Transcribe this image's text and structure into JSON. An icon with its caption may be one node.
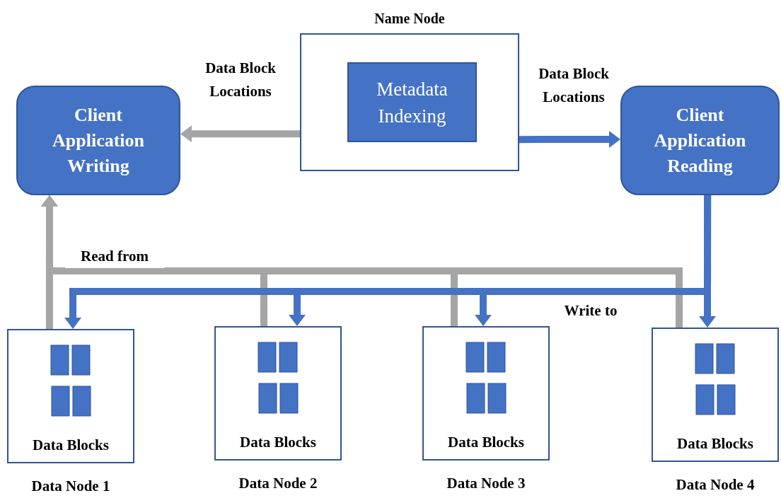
{
  "diagram": {
    "nodes": [
      {
        "text": [
          "Name Node"
        ]
      },
      {
        "text": [
          "Metadata Indexing"
        ],
        "in": 0
      },
      {
        "text": [
          "Client Application Writing"
        ]
      },
      {
        "text": [
          "Client Application Reading"
        ]
      },
      {
        "text": [
          "Data Blocks"
        ],
        "beside": [
          "Data Node 1"
        ]
      },
      {
        "text": [
          "Data Blocks"
        ],
        "beside": [
          "Data Node 2"
        ]
      },
      {
        "text": [
          "Data Blocks"
        ],
        "beside": [
          "Data Node 3"
        ]
      },
      {
        "text": [
          "Data Blocks"
        ],
        "beside": [
          "Data Node 4"
        ]
      }
    ],
    "edges": [
      {
        "from": 0,
        "to": 2,
        "arrow": "to",
        "label": "Data Block Locations"
      },
      {
        "from": 0,
        "to": 3,
        "arrow": "to",
        "label": "Data Block Locations",
        "color": "#4472c4"
      },
      {
        "from": 4,
        "to": 2,
        "arrow": "to"
      },
      {
        "from": 5,
        "to": 2,
        "arrow": "to",
        "label": "Read from"
      },
      {
        "from": 6,
        "to": 2,
        "arrow": "to"
      },
      {
        "from": 7,
        "to": 2,
        "arrow": "to"
      },
      {
        "from": 3,
        "to": 4,
        "arrow": "to",
        "label": "Write to",
        "color": "#4472c4"
      },
      {
        "from": 3,
        "to": 5,
        "arrow": "to",
        "color": "#4472c4"
      },
      {
        "from": 3,
        "to": 6,
        "arrow": "to",
        "color": "#4472c4"
      },
      {
        "from": 3,
        "to": 7,
        "arrow": "to",
        "color": "#4472c4"
      }
    ]
  }
}
